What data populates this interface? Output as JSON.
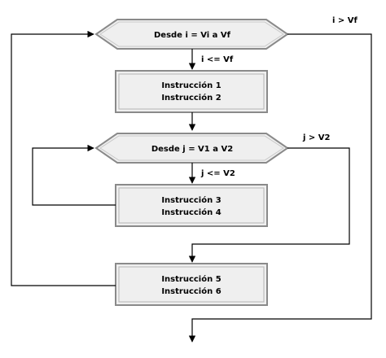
{
  "outer_loop": {
    "header": "Desde i = Vi a Vf",
    "continue_label": "i <= Vf",
    "exit_label": "i > Vf"
  },
  "block_1": {
    "line1": "Instrucción 1",
    "line2": "Instrucción 2"
  },
  "inner_loop": {
    "header": "Desde j = V1 a V2",
    "continue_label": "j <= V2",
    "exit_label": "j > V2"
  },
  "block_2": {
    "line1": "Instrucción 3",
    "line2": "Instrucción 4"
  },
  "block_3": {
    "line1": "Instrucción 5",
    "line2": "Instrucción 6"
  },
  "colors": {
    "line": "#000000",
    "box_fill": "#efefef",
    "box_border": "#8a8a8a"
  }
}
